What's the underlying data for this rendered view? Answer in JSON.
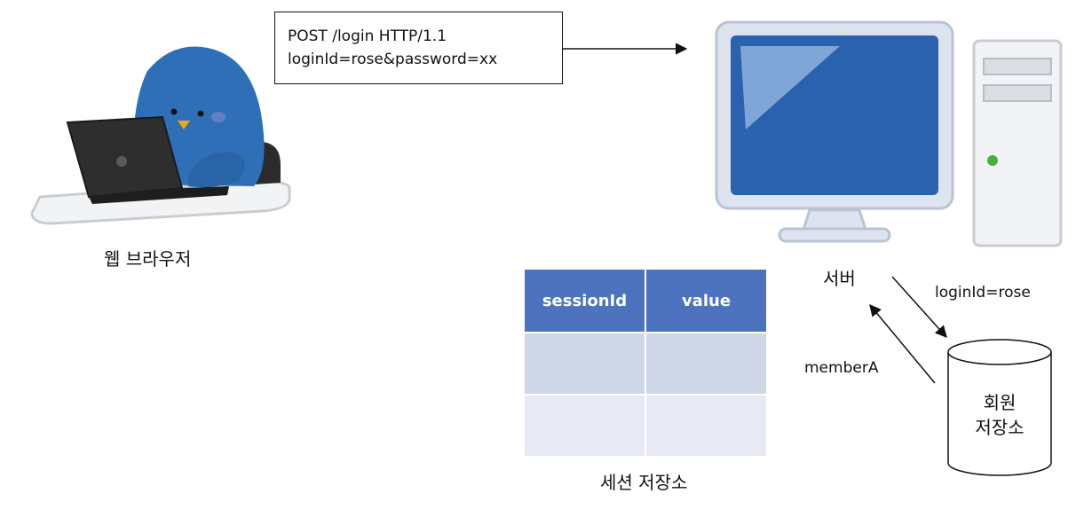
{
  "request": {
    "line1": "POST /login HTTP/1.1",
    "line2": "loginId=rose&password=xx"
  },
  "browser": {
    "label": "웹 브라우저"
  },
  "server": {
    "label": "서버"
  },
  "member_store": {
    "line1": "회원",
    "line2": "저장소"
  },
  "arrows": {
    "to_store_label": "loginId=rose",
    "from_store_label": "memberA"
  },
  "session_store": {
    "label": "세션 저장소",
    "columns": [
      "sessionId",
      "value"
    ],
    "rows": [
      [
        "",
        ""
      ],
      [
        "",
        ""
      ]
    ]
  },
  "colors": {
    "table_header": "#4d72be",
    "table_row_1": "#cfd6e8",
    "table_row_2": "#e7eaf4",
    "penguin": "#2e6fb7",
    "monitor_screen": "#2b62b0",
    "monitor_frame": "#dde4ef",
    "power_led": "#4caf3a"
  }
}
